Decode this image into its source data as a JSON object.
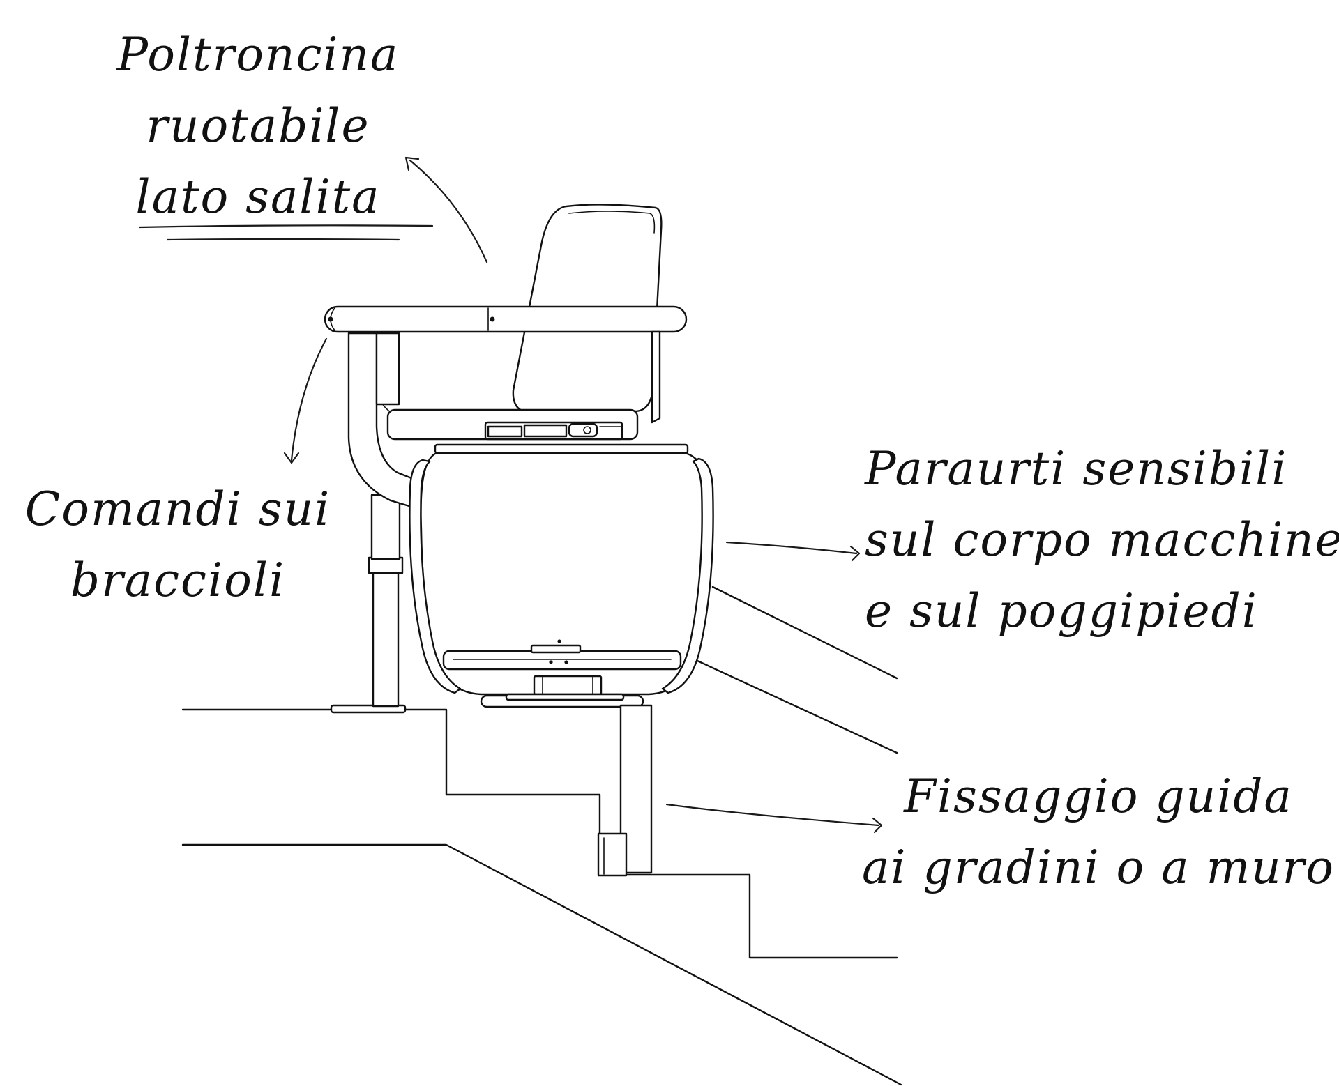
{
  "labels": {
    "seat": [
      "Poltroncina",
      "ruotabile",
      "lato salita"
    ],
    "controls": [
      "Comandi sui",
      "braccioli"
    ],
    "bumpers": [
      "Paraurti sensibili",
      "sul corpo macchine",
      "e sul poggipiedi"
    ],
    "rail": [
      "Fissaggio guida",
      "ai gradini o a muro"
    ]
  },
  "colors": {
    "ink": "#111111",
    "background": "#ffffff"
  }
}
